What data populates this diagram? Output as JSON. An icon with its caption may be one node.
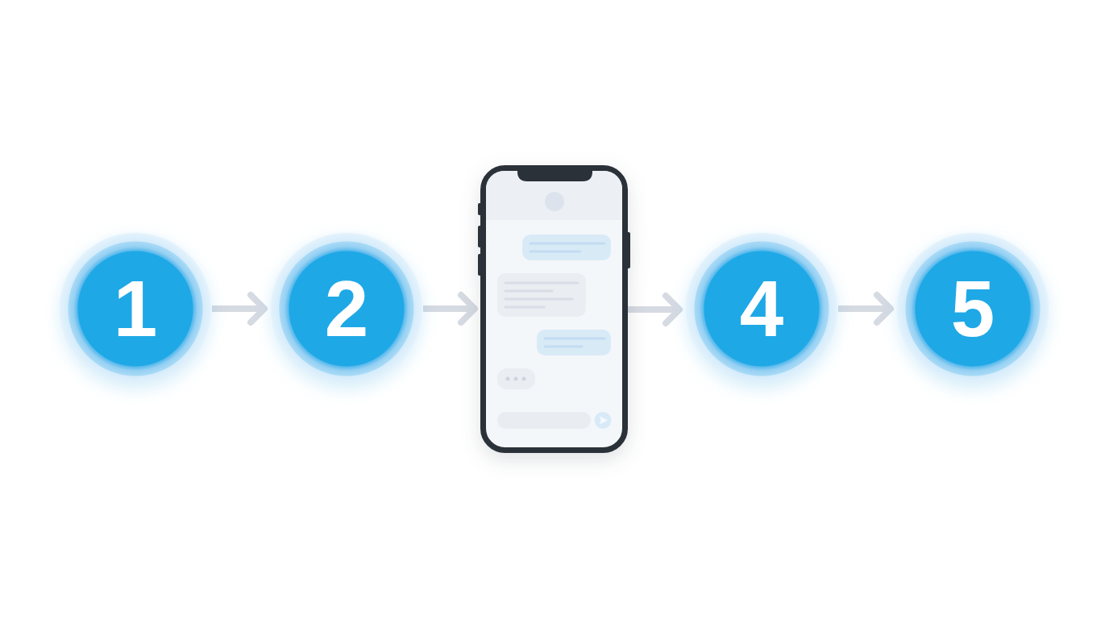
{
  "diagram": {
    "nodes": [
      {
        "text": [
          "1"
        ]
      },
      {
        "text": [
          "2"
        ]
      },
      {
        "text": [],
        "shape": "picture"
      },
      {
        "text": [
          "4"
        ]
      },
      {
        "text": [
          "5"
        ]
      }
    ],
    "edges": [
      {
        "from": 0,
        "to": 1,
        "arrow": "to"
      },
      {
        "from": 1,
        "to": 2,
        "arrow": "to"
      },
      {
        "from": 2,
        "to": 3,
        "arrow": "to"
      },
      {
        "from": 3,
        "to": 4,
        "arrow": "to"
      }
    ]
  }
}
